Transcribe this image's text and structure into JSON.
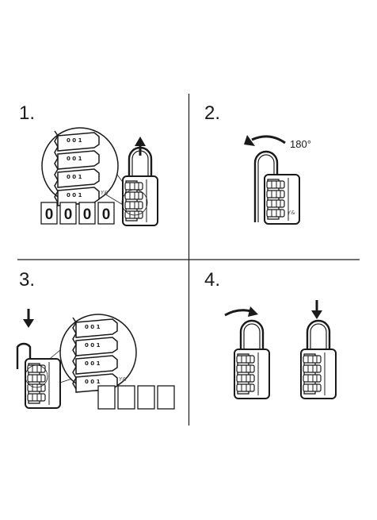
{
  "steps": [
    {
      "number": "1.",
      "code_digits": [
        "0",
        "0",
        "0",
        "0"
      ]
    },
    {
      "number": "2.",
      "rotation_label": "180°"
    },
    {
      "number": "3."
    },
    {
      "number": "4."
    }
  ],
  "dial_markings": [
    "0",
    "1"
  ],
  "brand_mark": "Y&"
}
